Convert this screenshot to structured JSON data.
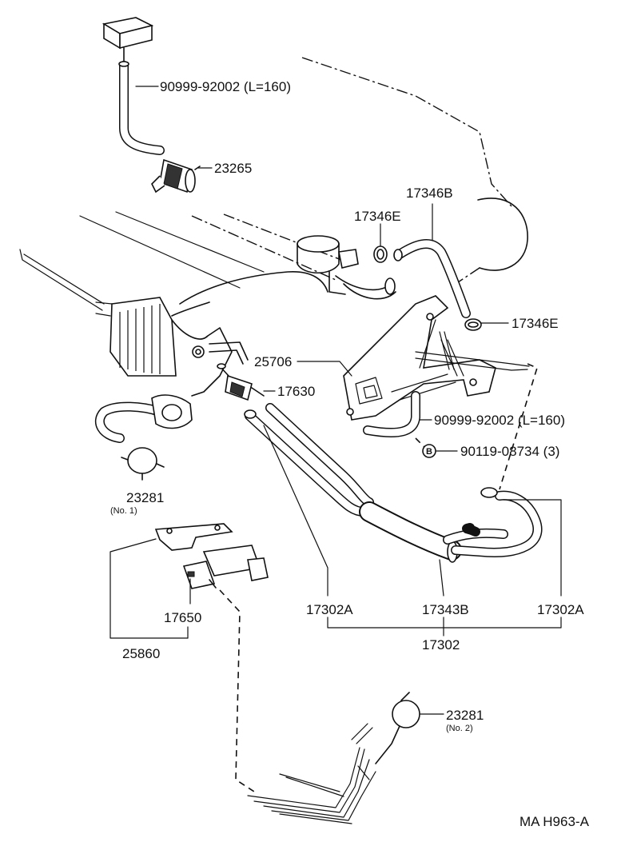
{
  "labels": {
    "hose_top": "90999-92002 (L=160)",
    "filter_23265": "23265",
    "hose_17346B": "17346B",
    "clamp_17346E_top": "17346E",
    "clamp_17346E_right": "17346E",
    "bracket_25706": "25706",
    "valve_17630": "17630",
    "hose_right": "90999-92002 (L=160)",
    "bolt_circle": "B",
    "bolt_90119": "90119-08734 (3)",
    "damper_23281_1": "23281",
    "damper_23281_1_note": "(No. 1)",
    "vsv_17650": "17650",
    "bracket_25860": "25860",
    "tube_17302A_left": "17302A",
    "hose_17343B": "17343B",
    "tube_17302A_right": "17302A",
    "assembly_17302": "17302",
    "damper_23281_2": "23281",
    "damper_23281_2_note": "(No. 2)",
    "figure_code": "MA H963-A"
  }
}
